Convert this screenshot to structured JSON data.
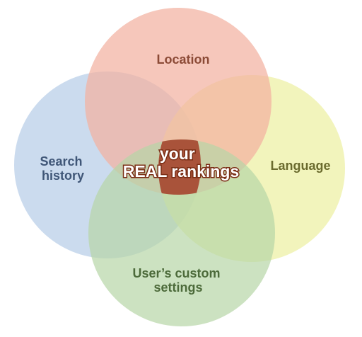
{
  "diagram": {
    "circles": [
      {
        "id": "location",
        "label": "Location",
        "color": "#f3b1a1"
      },
      {
        "id": "language",
        "label": "Language",
        "color": "#eef0a6"
      },
      {
        "id": "search",
        "label": [
          "Search",
          "history"
        ],
        "color": "#b9cfe8"
      },
      {
        "id": "user",
        "label": [
          "User’s custom",
          "settings"
        ],
        "color": "#b7d6a7"
      }
    ],
    "center": {
      "label": [
        "your",
        "REAL rankings"
      ],
      "color": "#a9533a"
    }
  }
}
